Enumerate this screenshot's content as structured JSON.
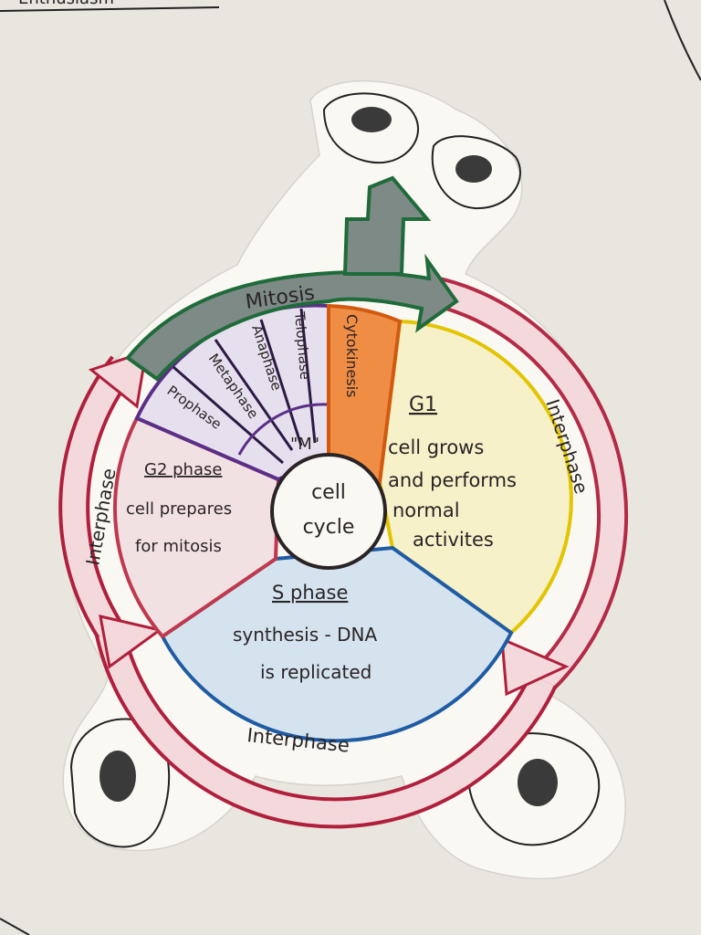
{
  "diagram": {
    "center": {
      "line1": "cell",
      "line2": "cycle"
    },
    "mitosis_arrow": {
      "label": "Mitosis"
    },
    "m_stages": [
      "Prophase",
      "Metaphase",
      "Anaphase",
      "Telophase"
    ],
    "m_label": "\"M\"",
    "cytokinesis": "Cytokinesis",
    "g1": {
      "title": "G1",
      "line1": "cell grows",
      "line2": "and performs",
      "line3": "normal",
      "line4": "activites"
    },
    "g2": {
      "title": "G2 phase",
      "line1": "cell prepares",
      "line2": "for mitosis"
    },
    "s": {
      "title": "S phase",
      "line1": "synthesis - DNA",
      "line2": "is replicated"
    },
    "interphase_right": "Interphase",
    "interphase_left": "Interphase",
    "interphase_bottom": "Interphase",
    "colors": {
      "g1": "#f6f1c9",
      "g1_border": "#e3c400",
      "s": "#d5e3ee",
      "s_border": "#1f5ca4",
      "g2": "#f1e1e3",
      "g2_border": "#c0384d",
      "mitosis": "#7d8a86",
      "mitosis_border": "#1f6b3a",
      "mstage": "#e6e0ee",
      "mstage_border": "#5b2f87",
      "cyto": "#f08d45",
      "cyto_border": "#d25a10",
      "ring": "#f3d9dc",
      "ring_border": "#b0203c"
    }
  },
  "header_scribble": "Enthusiasm"
}
